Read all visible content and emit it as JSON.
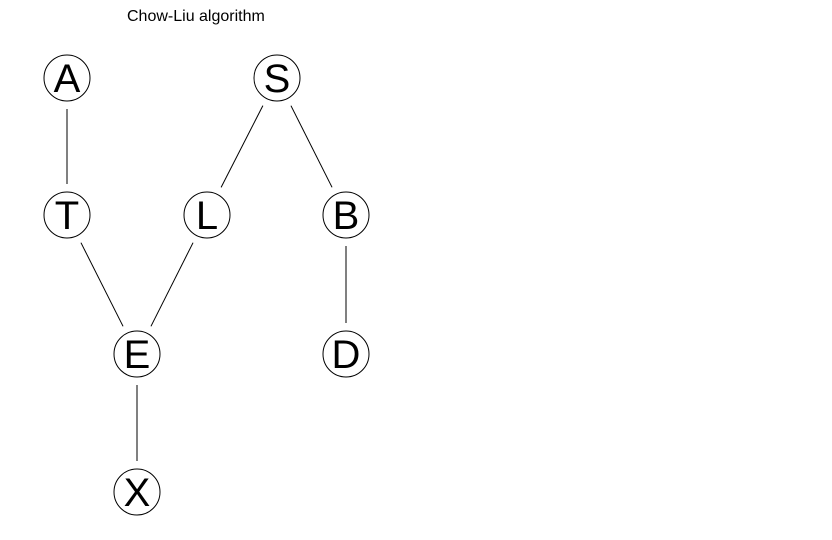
{
  "title": "Chow-Liu algorithm",
  "nodes": [
    {
      "id": "A",
      "label": "A"
    },
    {
      "id": "S",
      "label": "S"
    },
    {
      "id": "T",
      "label": "T"
    },
    {
      "id": "L",
      "label": "L"
    },
    {
      "id": "B",
      "label": "B"
    },
    {
      "id": "E",
      "label": "E"
    },
    {
      "id": "D",
      "label": "D"
    },
    {
      "id": "X",
      "label": "X"
    }
  ],
  "edges": [
    {
      "from": "A",
      "to": "T"
    },
    {
      "from": "S",
      "to": "L"
    },
    {
      "from": "S",
      "to": "B"
    },
    {
      "from": "T",
      "to": "E"
    },
    {
      "from": "L",
      "to": "E"
    },
    {
      "from": "B",
      "to": "D"
    },
    {
      "from": "E",
      "to": "X"
    }
  ]
}
